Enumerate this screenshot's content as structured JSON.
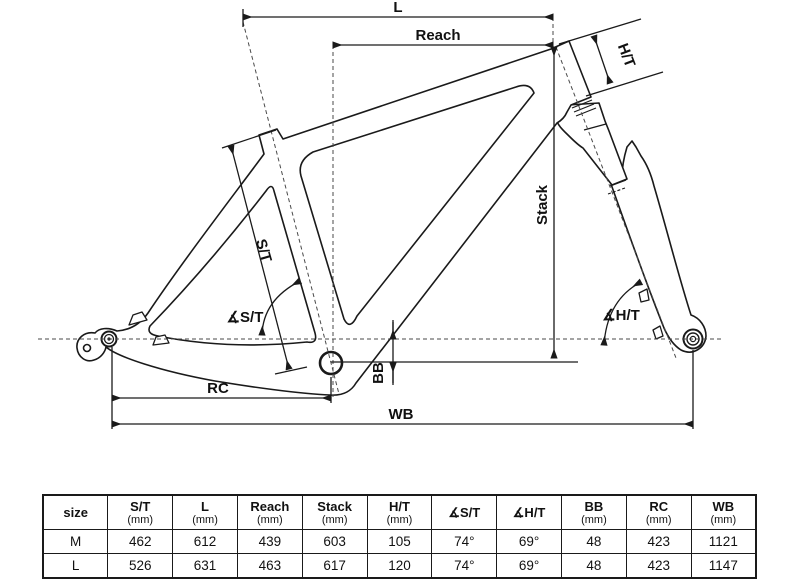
{
  "diagram": {
    "dim_labels": {
      "l": "L",
      "reach": "Reach",
      "ht": "H/T",
      "stack": "Stack",
      "st": "S/T",
      "st_angle": "∡S/T",
      "ht_angle": "∡H/T",
      "bb": "BB",
      "rc": "RC",
      "wb": "WB"
    }
  },
  "table": {
    "columns": [
      {
        "label": "size",
        "unit": ""
      },
      {
        "label": "S/T",
        "unit": "(mm)"
      },
      {
        "label": "L",
        "unit": "(mm)"
      },
      {
        "label": "Reach",
        "unit": "(mm)"
      },
      {
        "label": "Stack",
        "unit": "(mm)"
      },
      {
        "label": "H/T",
        "unit": "(mm)"
      },
      {
        "label": "∡S/T",
        "unit": ""
      },
      {
        "label": "∡H/T",
        "unit": ""
      },
      {
        "label": "BB",
        "unit": "(mm)"
      },
      {
        "label": "RC",
        "unit": "(mm)"
      },
      {
        "label": "WB",
        "unit": "(mm)"
      }
    ],
    "rows": [
      {
        "size": "M",
        "values": [
          "462",
          "612",
          "439",
          "603",
          "105",
          "74°",
          "69°",
          "48",
          "423",
          "1121"
        ]
      },
      {
        "size": "L",
        "values": [
          "526",
          "631",
          "463",
          "617",
          "120",
          "74°",
          "69°",
          "48",
          "423",
          "1147"
        ]
      }
    ]
  },
  "colors": {
    "line": "#1a1a1a",
    "background": "#ffffff"
  }
}
